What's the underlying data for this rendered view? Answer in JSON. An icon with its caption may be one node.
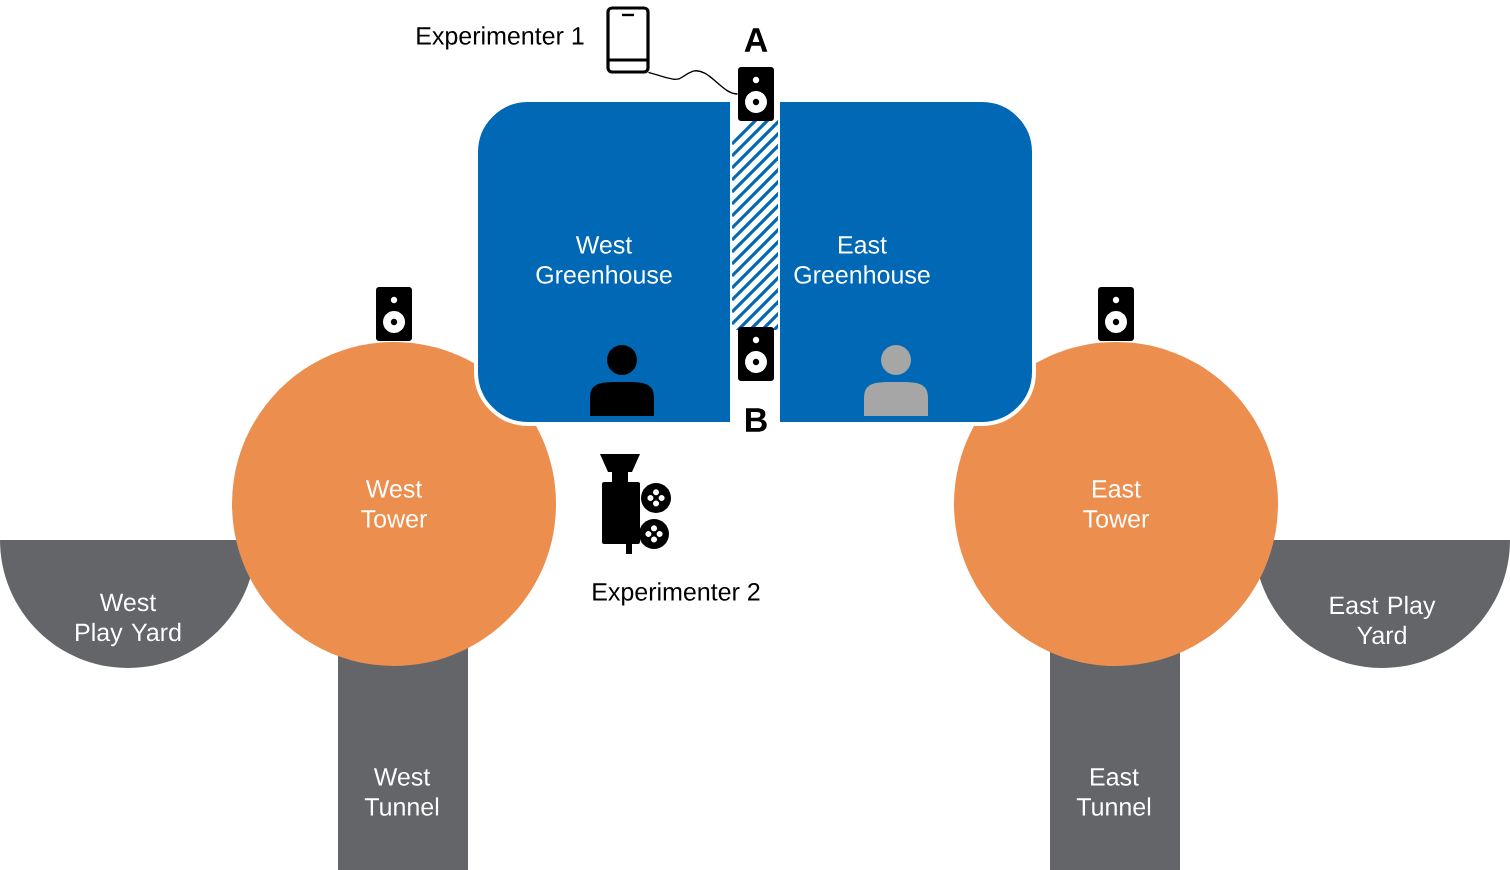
{
  "diagram": {
    "nodes": [
      {
        "text": [],
        "shape": "phone",
        "beside": [
          "Experimenter 1"
        ]
      },
      {
        "text": [],
        "shape": "speaker",
        "beside": [
          "A"
        ]
      },
      {
        "text": [
          "West Greenhouse"
        ]
      },
      {
        "text": [
          "East Greenhouse"
        ]
      },
      {
        "text": [
          "West Tower"
        ]
      },
      {
        "text": [
          "East Tower"
        ]
      },
      {
        "text": [
          "West Play Yard"
        ]
      },
      {
        "text": [
          "West Tunnel"
        ]
      },
      {
        "text": [
          "East Tunnel"
        ]
      },
      {
        "text": [
          "East Play Yard"
        ]
      }
    ],
    "edges": [
      {
        "from": 0,
        "to": 1,
        "arrow": "none"
      }
    ],
    "labels": [
      "B",
      "Experimenter 2"
    ]
  }
}
